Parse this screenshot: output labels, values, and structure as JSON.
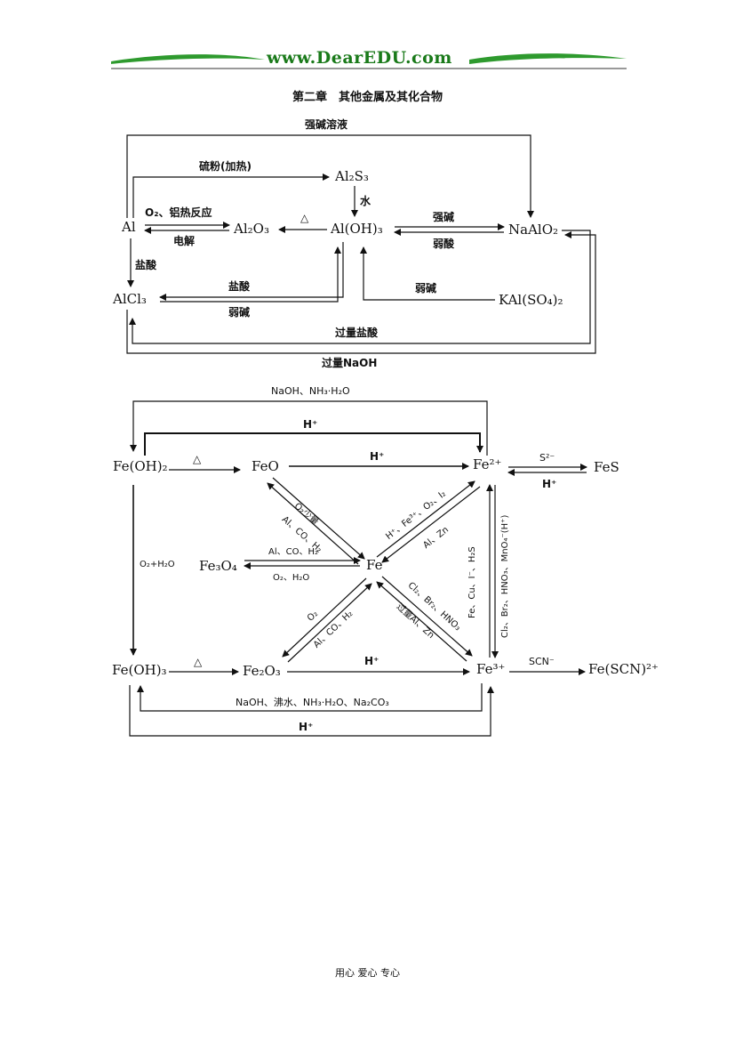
{
  "header": {
    "site": "www.DearEDU.com"
  },
  "title": "第二章　其他金属及其化合物",
  "footer": "用心  爱心  专心",
  "al_diagram": {
    "nodes": {
      "al": "Al",
      "al2s3": "Al₂S₃",
      "al2o3": "Al₂O₃",
      "aloh3": "Al(OH)₃",
      "naalo2": "NaAlO₂",
      "alcl3": "AlCl₃",
      "kalso42": "KAl(SO₄)₂"
    },
    "labels": {
      "strong_base_solution": "强碱溶液",
      "sulfur_heat": "硫粉(加热)",
      "water": "水",
      "o2_thermite": "O₂、铝热反应",
      "electrolysis": "电解",
      "heat": "△",
      "strong_base": "强碱",
      "weak_acid": "弱酸",
      "hcl_down": "盐酸",
      "hcl": "盐酸",
      "weak_base_bottom": "弱碱",
      "weak_base_right": "弱碱",
      "excess_hcl": "过量盐酸",
      "excess_naoh": "过量NaOH"
    }
  },
  "fe_diagram": {
    "nodes": {
      "feoh2": "Fe(OH)₂",
      "feo": "FeO",
      "fe2plus": "Fe²⁺",
      "fes": "FeS",
      "fe3o4": "Fe₃O₄",
      "fe": "Fe",
      "feoh3": "Fe(OH)₃",
      "fe2o3": "Fe₂O₃",
      "fe3plus": "Fe³⁺",
      "fescn": "Fe(SCN)²⁺"
    },
    "labels": {
      "top_reagents": "NaOH、NH₃·H₂O",
      "hplus_top": "H⁺",
      "heat1": "△",
      "hplus_feo": "H⁺",
      "s2minus": "S²⁻",
      "hplus_fes": "H⁺",
      "o2_little": "O₂少量",
      "al_co_h2_feo": "Al、CO、H₂",
      "hplus_fe3_o2_i2": "H⁺、Fe³⁺、O₂、I₂",
      "al_zn_up": "Al、Zn",
      "fe_cu_i_h2s": "Fe、Cu、I⁻、H₂S",
      "cl2_br2_hno3_mno4": "Cl₂、Br₂、HNO₃、MnO₄⁻(H⁺)",
      "o2_h2o_left": "O₂+H₂O",
      "al_co_h2_fe3o4": "Al、CO、H₂",
      "o2_h2o_fe3o4": "O₂、H₂O",
      "o2_fe2o3": "O₂",
      "al_co_h2_fe2o3": "Al、CO、H₂",
      "cl2_br2_hno3": "Cl₂、Br₂、HNO₃",
      "excess_al_zn": "过量Al、Zn",
      "heat2": "△",
      "hplus_fe2o3": "H⁺",
      "scn": "SCN⁻",
      "bottom_reagents": "NaOH、沸水、NH₃·H₂O、Na₂CO₃",
      "hplus_bottom": "H⁺"
    }
  }
}
